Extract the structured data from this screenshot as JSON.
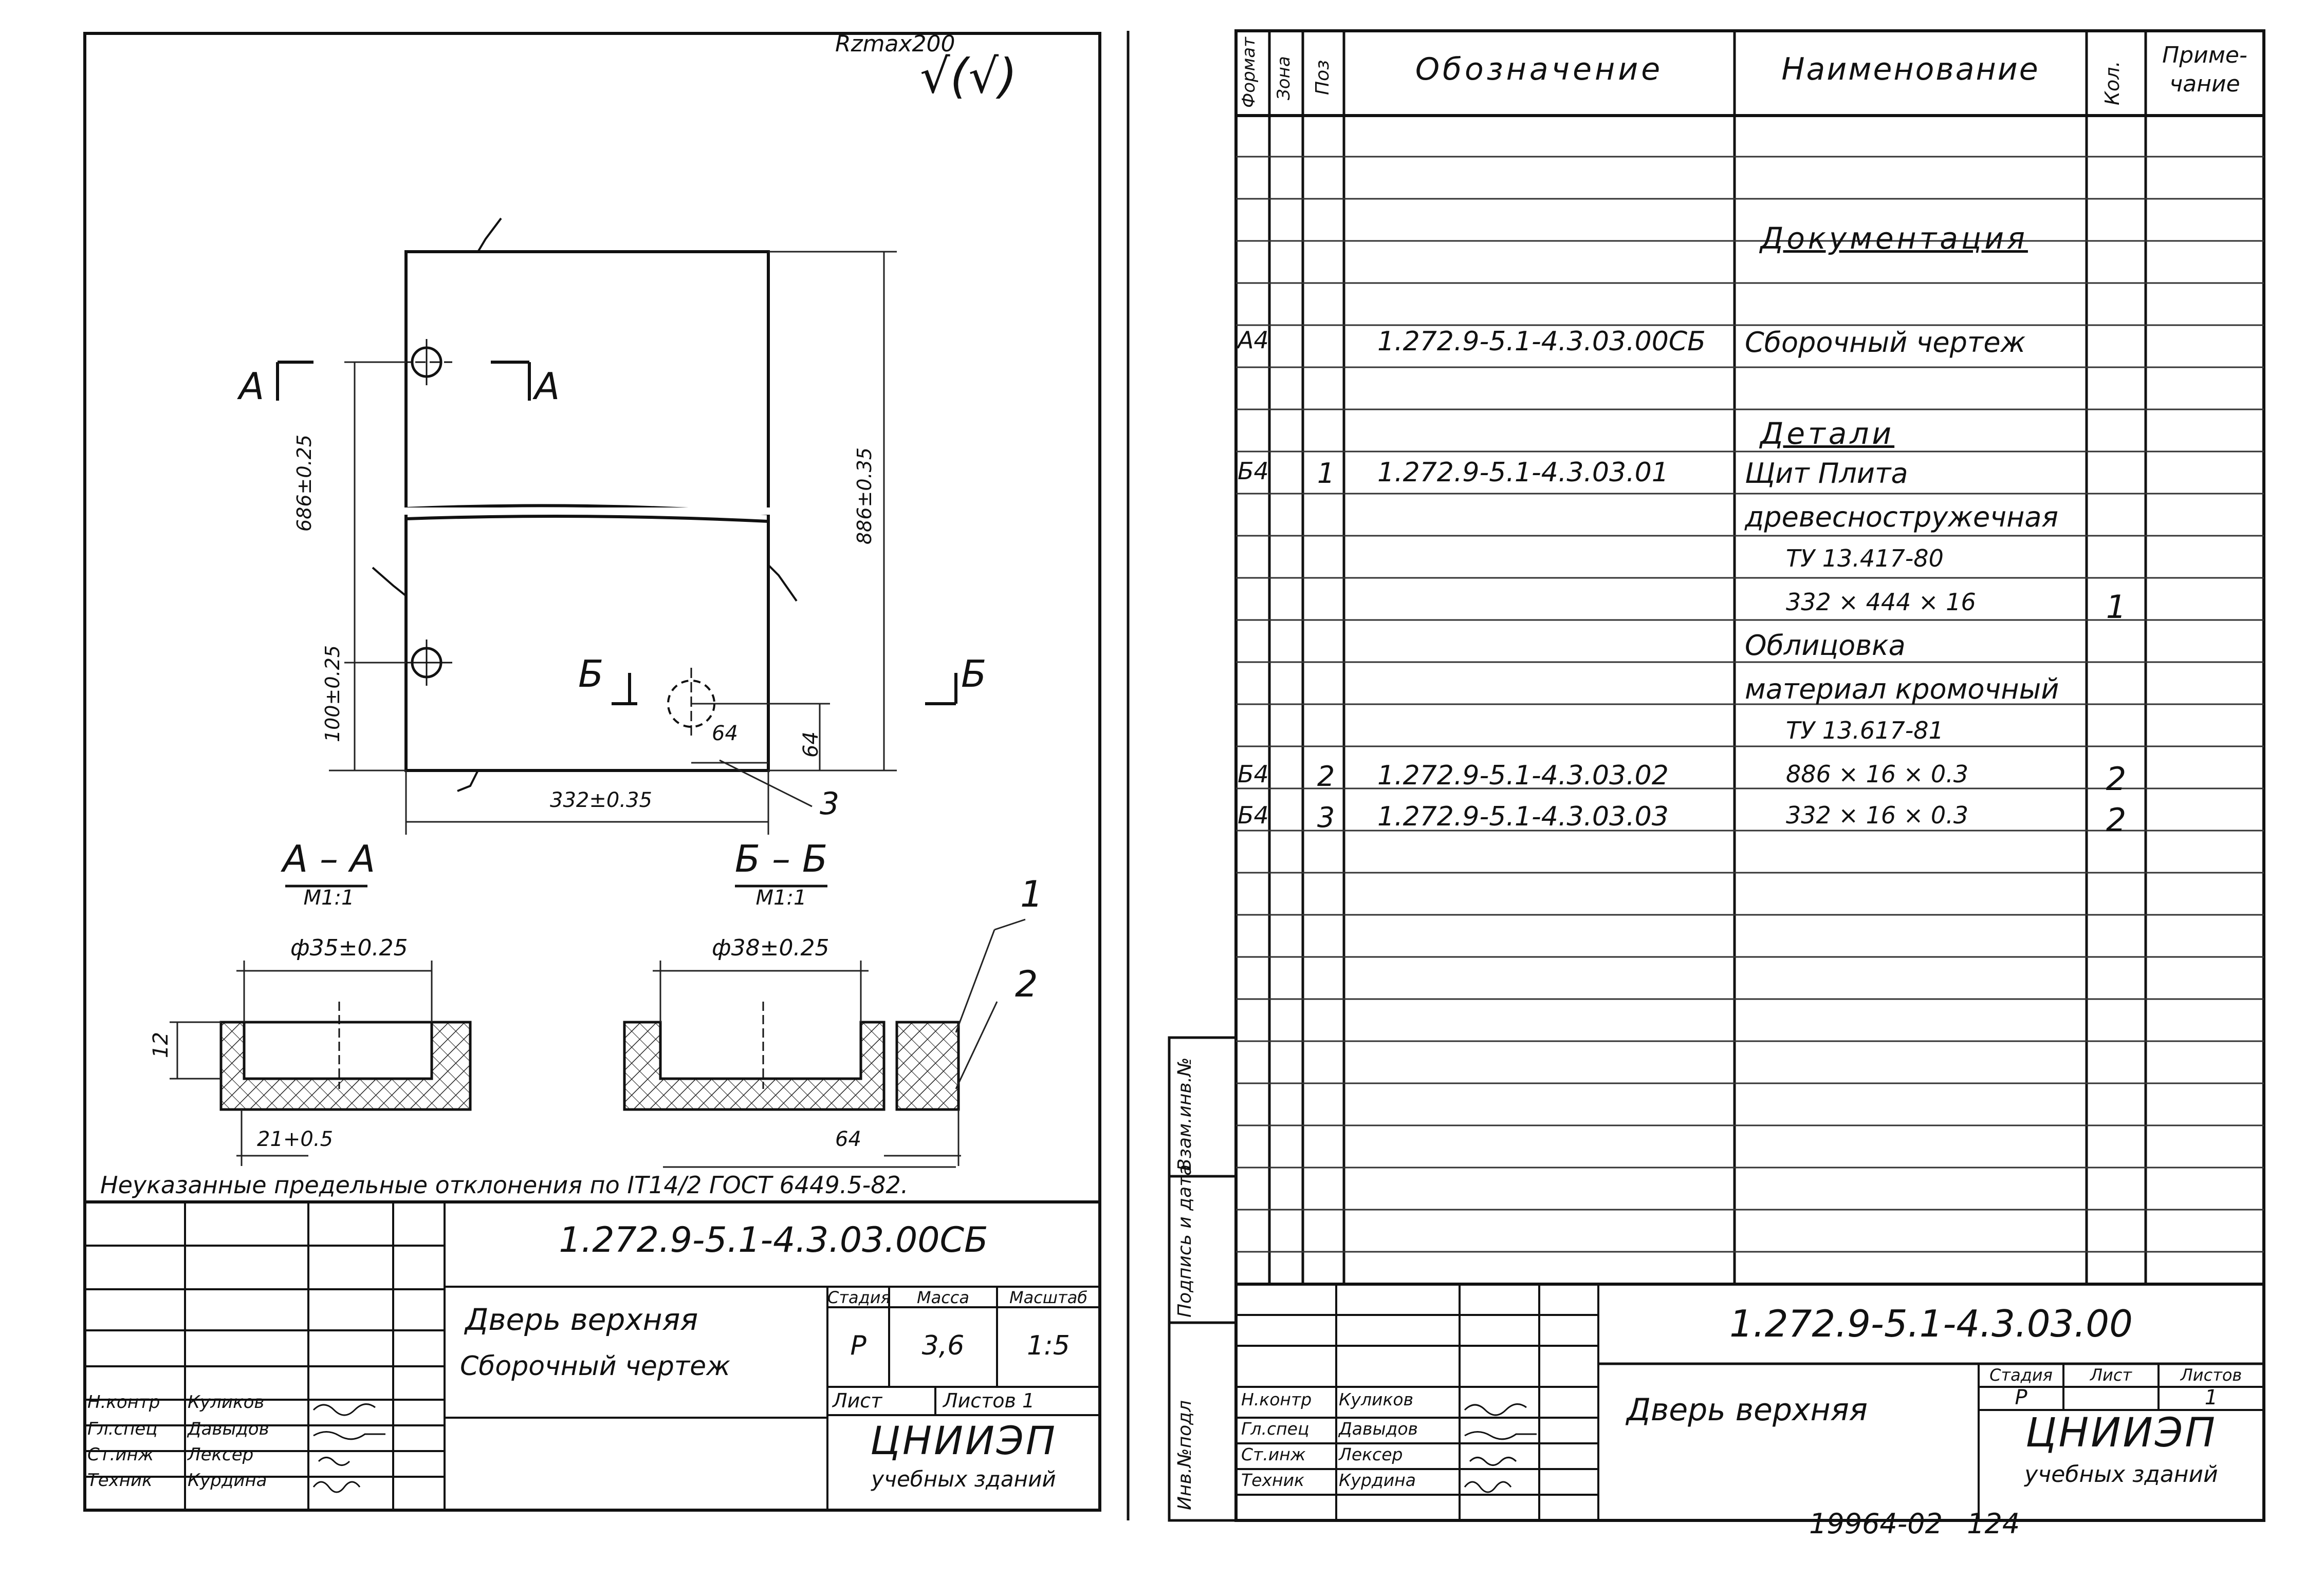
{
  "left_sheet": {
    "roughness": "Rzmax200",
    "roughness_symbol": "√(√)",
    "section_a": "А",
    "section_b": "Б",
    "dims": {
      "d686": "686±0.25",
      "d886": "886±0.35",
      "d100": "100±0.25",
      "d332": "332±0.35",
      "d64a": "64",
      "d64b": "64",
      "d35": "ф35±0.25",
      "d38": "ф38±0.25",
      "d12": "12",
      "d21": "21+0.5",
      "d64c": "64"
    },
    "callouts": [
      "3",
      "1",
      "2"
    ],
    "section_aa": {
      "title": "А – А",
      "scale": "М1:1"
    },
    "section_bb": {
      "title": "Б – Б",
      "scale": "М1:1"
    },
    "note": "Неуказанные предельные отклонения по IT14/2 ГОСТ 6449.5-82.",
    "stamp": {
      "code": "1.272.9-5.1-4.3.03.00СБ",
      "title1": "Дверь верхняя",
      "title2": "Сборочный чертеж",
      "h_stage": "Стадия",
      "h_mass": "Масса",
      "h_scale": "Масштаб",
      "stage": "Р",
      "mass": "3,6",
      "scale": "1:5",
      "sheet": "Лист",
      "sheets": "Листов 1",
      "org1": "ЦНИИЭП",
      "org2": "учебных зданий",
      "people": [
        {
          "role": "Н.контр",
          "name": "Куликов"
        },
        {
          "role": "Гл.спец",
          "name": "Давыдов"
        },
        {
          "role": "Ст.инж",
          "name": "Лексер"
        },
        {
          "role": "Техник",
          "name": "Курдина"
        }
      ]
    }
  },
  "right_sheet": {
    "headers": {
      "format": "Формат",
      "zone": "Зона",
      "pos": "Поз",
      "designation": "Обозначение",
      "name": "Наименование",
      "qty": "Кол.",
      "note": "Приме-чание"
    },
    "rows": [
      {
        "format": "",
        "pos": "",
        "designation": "",
        "name": "Документация",
        "qty": "",
        "style": "section"
      },
      {
        "format": "А4",
        "pos": "",
        "designation": "1.272.9-5.1-4.3.03.00СБ",
        "name": "Сборочный чертеж",
        "qty": ""
      },
      {
        "format": "",
        "pos": "",
        "designation": "",
        "name": "Детали",
        "qty": "",
        "style": "section"
      },
      {
        "format": "Б4",
        "pos": "1",
        "designation": "1.272.9-5.1-4.3.03.01",
        "name": "Щит  Плита",
        "qty": ""
      },
      {
        "format": "",
        "pos": "",
        "designation": "",
        "name": "древесностружечная",
        "qty": ""
      },
      {
        "format": "",
        "pos": "",
        "designation": "",
        "name": "ТУ 13.417-80",
        "qty": "",
        "style": "indent"
      },
      {
        "format": "",
        "pos": "",
        "designation": "",
        "name": "332 × 444 × 16",
        "qty": "1",
        "style": "indent"
      },
      {
        "format": "",
        "pos": "",
        "designation": "",
        "name": "Облицовка",
        "qty": ""
      },
      {
        "format": "",
        "pos": "",
        "designation": "",
        "name": "материал кромочный",
        "qty": ""
      },
      {
        "format": "",
        "pos": "",
        "designation": "",
        "name": "ТУ 13.617-81",
        "qty": "",
        "style": "indent"
      },
      {
        "format": "Б4",
        "pos": "2",
        "designation": "1.272.9-5.1-4.3.03.02",
        "name": "886 × 16 × 0.3",
        "qty": "2",
        "style": "indent"
      },
      {
        "format": "Б4",
        "pos": "3",
        "designation": "1.272.9-5.1-4.3.03.03",
        "name": "332 × 16 × 0.3",
        "qty": "2",
        "style": "indent"
      }
    ],
    "side_labels": [
      "Инв.№подл",
      "Подпись и дата",
      "Взам.инв.№"
    ],
    "stamp": {
      "code": "1.272.9-5.1-4.3.03.00",
      "title": "Дверь верхняя",
      "h_stage": "Стадия",
      "h_sheet": "Лист",
      "h_sheets": "Листов",
      "stage": "Р",
      "sheets": "1",
      "org1": "ЦНИИЭП",
      "org2": "учебных зданий",
      "people": [
        {
          "role": "Н.контр",
          "name": "Куликов"
        },
        {
          "role": "Гл.спец",
          "name": "Давыдов"
        },
        {
          "role": "Ст.инж",
          "name": "Лексер"
        },
        {
          "role": "Техник",
          "name": "Курдина"
        }
      ]
    },
    "bottom_note": "19964-02   124"
  }
}
